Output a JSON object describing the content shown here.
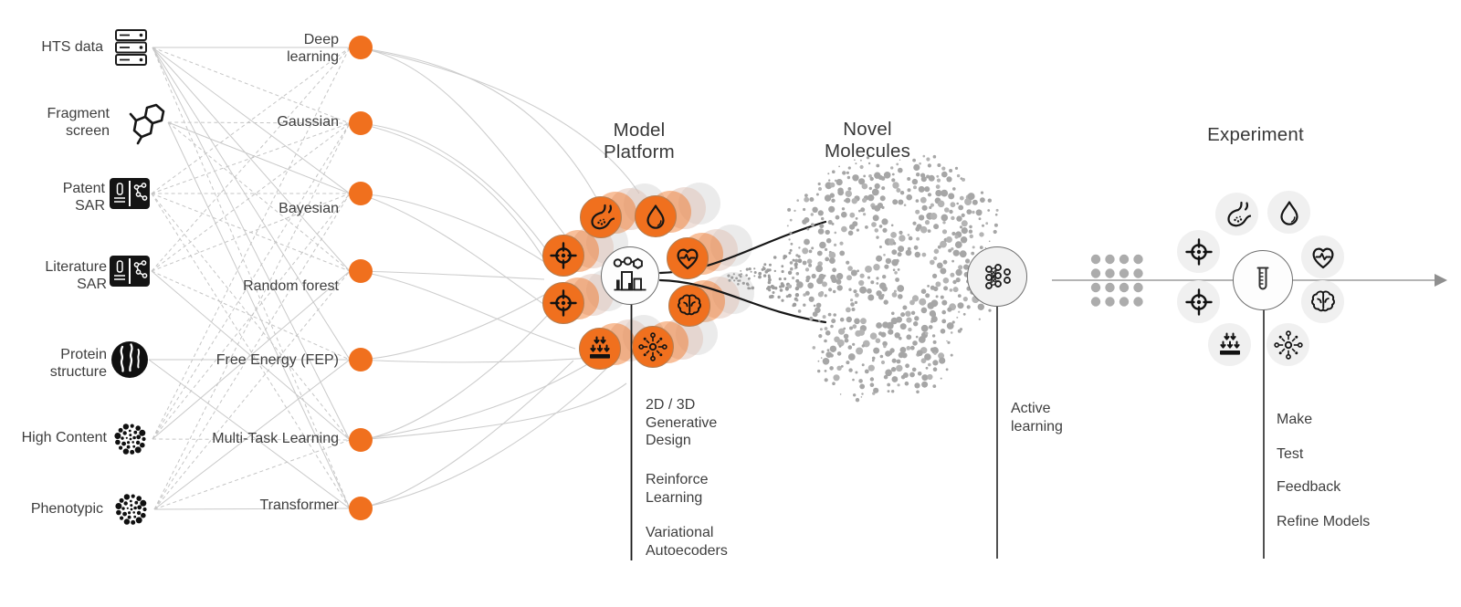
{
  "diagram": {
    "sources": [
      {
        "label": "HTS data",
        "icon": "server-icon"
      },
      {
        "label": "Fragment\nscreen",
        "icon": "molecule-icon"
      },
      {
        "label": "Patent\nSAR",
        "icon": "sar-book-icon"
      },
      {
        "label": "Literature\nSAR",
        "icon": "sar-book-icon"
      },
      {
        "label": "Protein\nstructure",
        "icon": "protein-icon"
      },
      {
        "label": "High Content",
        "icon": "dot-cluster-icon"
      },
      {
        "label": "Phenotypic",
        "icon": "dot-cluster-icon"
      }
    ],
    "methods": [
      {
        "label": "Deep\nlearning"
      },
      {
        "label": "Gaussian"
      },
      {
        "label": "Bayesian"
      },
      {
        "label": "Random forest"
      },
      {
        "label": "Free Energy (FEP)"
      },
      {
        "label": "Multi-Task Learning"
      },
      {
        "label": "Transformer"
      }
    ],
    "model_platform": {
      "title": "Model\nPlatform",
      "hub_icon": "platform-icon",
      "satellite_icons": [
        "stomach-icon",
        "droplet-icon",
        "crosshair-icon",
        "heart-ecg-icon",
        "crosshair-icon",
        "brain-icon",
        "permeability-icon",
        "radial-network-icon"
      ],
      "techniques": [
        {
          "label": "2D / 3D\nGenerative\nDesign"
        },
        {
          "label": "Reinforce\nLearning"
        },
        {
          "label": "Variational\nAutoecoders"
        }
      ]
    },
    "novel_molecules": {
      "title": "Novel\nMolecules"
    },
    "active_learning": {
      "label": "Active\nlearning",
      "icon": "neural-network-icon"
    },
    "experiment": {
      "title": "Experiment",
      "hub_icon": "test-tube-icon",
      "satellite_icons": [
        "stomach-icon",
        "droplet-icon",
        "crosshair-icon",
        "heart-ecg-icon",
        "crosshair-icon",
        "brain-icon",
        "permeability-icon",
        "radial-network-icon"
      ],
      "steps": [
        {
          "label": "Make"
        },
        {
          "label": "Test"
        },
        {
          "label": "Feedback"
        },
        {
          "label": "Refine Models"
        }
      ]
    },
    "colors": {
      "accent_orange": "#F0701E",
      "line_gray": "#C9C9C9",
      "cloud_dot_gray": "#A6A6A6",
      "text": "#3E3E3E"
    }
  }
}
